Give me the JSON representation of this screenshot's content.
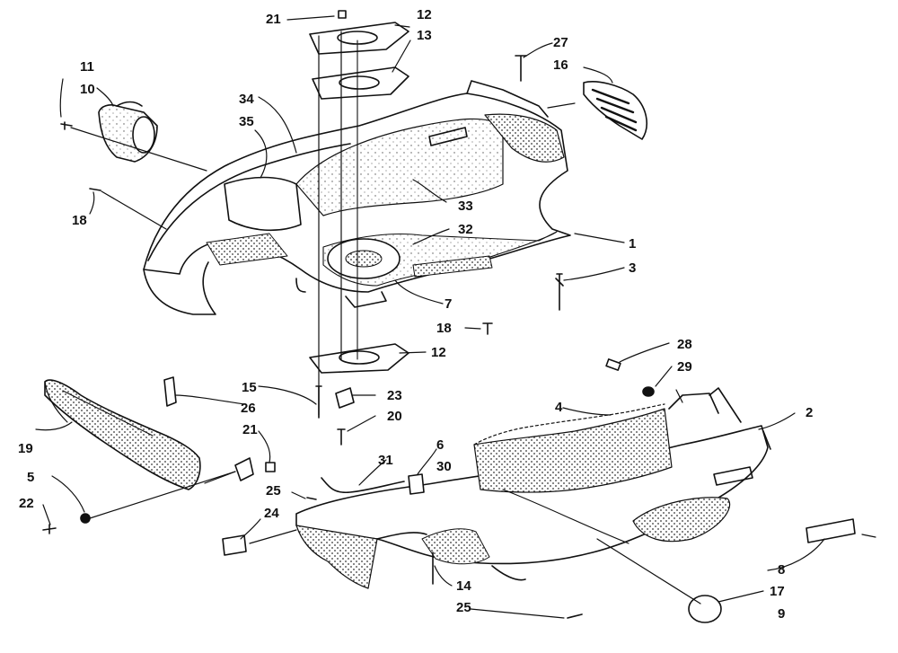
{
  "diagram": {
    "callouts": [
      "1",
      "2",
      "3",
      "4",
      "5",
      "6",
      "7",
      "8",
      "9",
      "10",
      "11",
      "12",
      "12",
      "13",
      "14",
      "15",
      "16",
      "17",
      "18",
      "18",
      "19",
      "20",
      "21",
      "21",
      "22",
      "23",
      "24",
      "25",
      "25",
      "26",
      "27",
      "28",
      "29",
      "30",
      "31",
      "32",
      "33",
      "34",
      "35"
    ]
  }
}
